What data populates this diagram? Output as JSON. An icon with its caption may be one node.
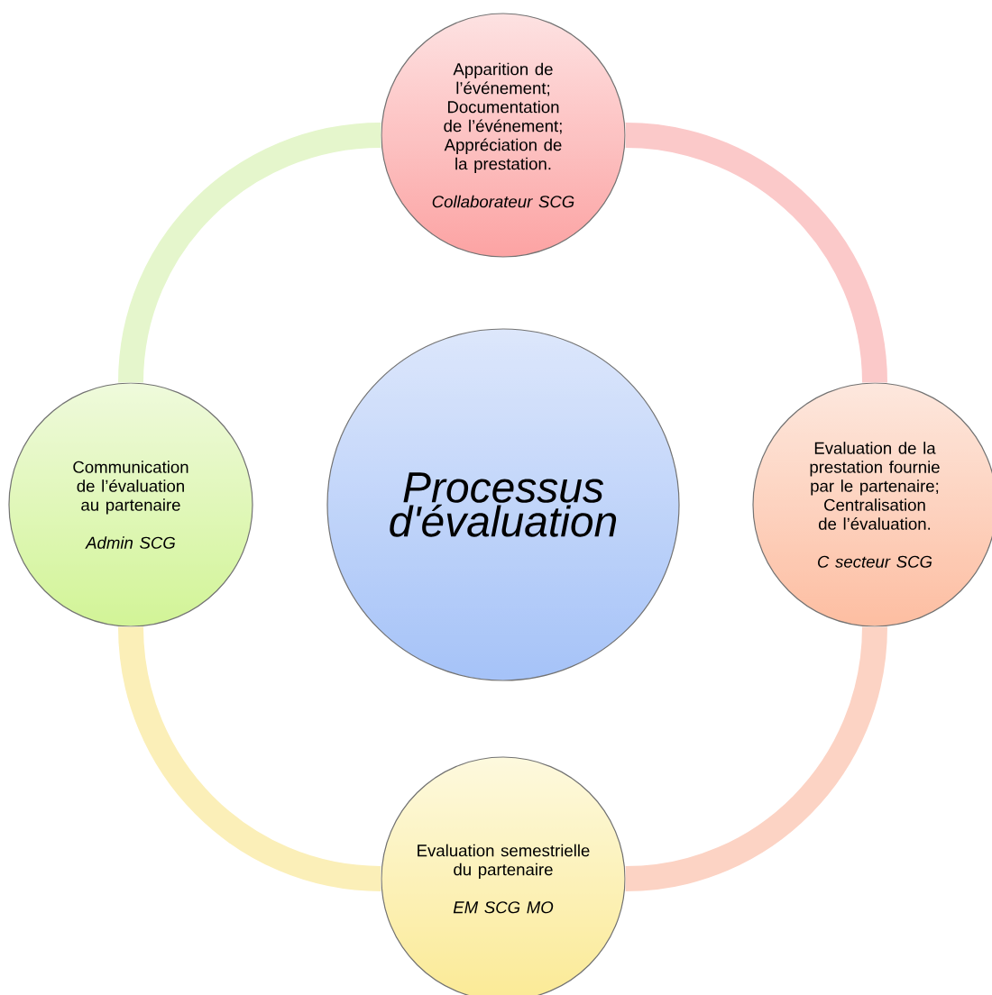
{
  "diagram": {
    "nodes": [
      {
        "text": [
          "Processus d'évaluation"
        ]
      },
      {
        "text": [
          "Apparition de l’événement; Documentation de l’événement; Appréciation de la prestation.",
          "Collaborateur SCG"
        ]
      },
      {
        "text": [
          "Evaluation de la prestation fournie par le partenaire; Centralisation de l’évaluation.",
          "C secteur SCG"
        ]
      },
      {
        "text": [
          "Evaluation semestrielle du partenaire",
          "EM SCG MO"
        ]
      },
      {
        "text": [
          "Communication de l’évaluation au partenaire",
          "Admin SCG"
        ]
      }
    ],
    "edges": [
      {
        "from": 1,
        "to": 2,
        "arrow": "none",
        "color": "#fbc9c9"
      },
      {
        "from": 2,
        "to": 3,
        "arrow": "none",
        "color": "#fcd3c4"
      },
      {
        "from": 3,
        "to": 4,
        "arrow": "none",
        "color": "#fbefb8"
      },
      {
        "from": 4,
        "to": 1,
        "arrow": "none",
        "color": "#e5f6cc"
      }
    ]
  }
}
